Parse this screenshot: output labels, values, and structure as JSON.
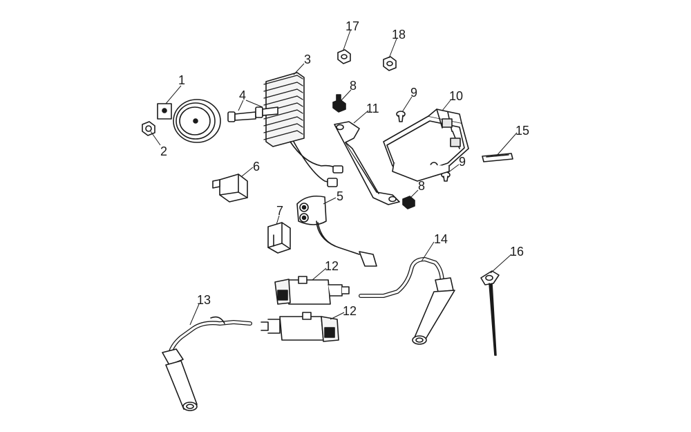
{
  "diagram": {
    "type": "exploded-parts-diagram",
    "colors": {
      "stroke": "#1a1a1a",
      "fill": "#ffffff",
      "shade": "#e6e6e6"
    },
    "callouts": [
      {
        "id": "c1",
        "number": "1",
        "part": "horn"
      },
      {
        "id": "c2",
        "number": "2",
        "part": "horn-nut"
      },
      {
        "id": "c3",
        "number": "3",
        "part": "regulator-rectifier"
      },
      {
        "id": "c4",
        "number": "4",
        "part": "regulator-bolts"
      },
      {
        "id": "c5",
        "number": "5",
        "part": "starter-relay"
      },
      {
        "id": "c6",
        "number": "6",
        "part": "relay-6"
      },
      {
        "id": "c7",
        "number": "7",
        "part": "relay-7"
      },
      {
        "id": "c8a",
        "number": "8",
        "part": "bracket-bolt-top"
      },
      {
        "id": "c8b",
        "number": "8",
        "part": "bracket-bolt-bottom"
      },
      {
        "id": "c9a",
        "number": "9",
        "part": "ecu-screw-top"
      },
      {
        "id": "c9b",
        "number": "9",
        "part": "ecu-screw-bottom"
      },
      {
        "id": "c10",
        "number": "10",
        "part": "ecu"
      },
      {
        "id": "c11",
        "number": "11",
        "part": "ecu-bracket"
      },
      {
        "id": "c12a",
        "number": "12",
        "part": "ignition-coil-upper"
      },
      {
        "id": "c12b",
        "number": "12",
        "part": "ignition-coil-lower"
      },
      {
        "id": "c13",
        "number": "13",
        "part": "spark-plug-lead-left"
      },
      {
        "id": "c14",
        "number": "14",
        "part": "spark-plug-lead-right"
      },
      {
        "id": "c15",
        "number": "15",
        "part": "strap"
      },
      {
        "id": "c16",
        "number": "16",
        "part": "cable-tie"
      },
      {
        "id": "c17",
        "number": "17",
        "part": "nut-17"
      },
      {
        "id": "c18",
        "number": "18",
        "part": "nut-18"
      }
    ]
  }
}
